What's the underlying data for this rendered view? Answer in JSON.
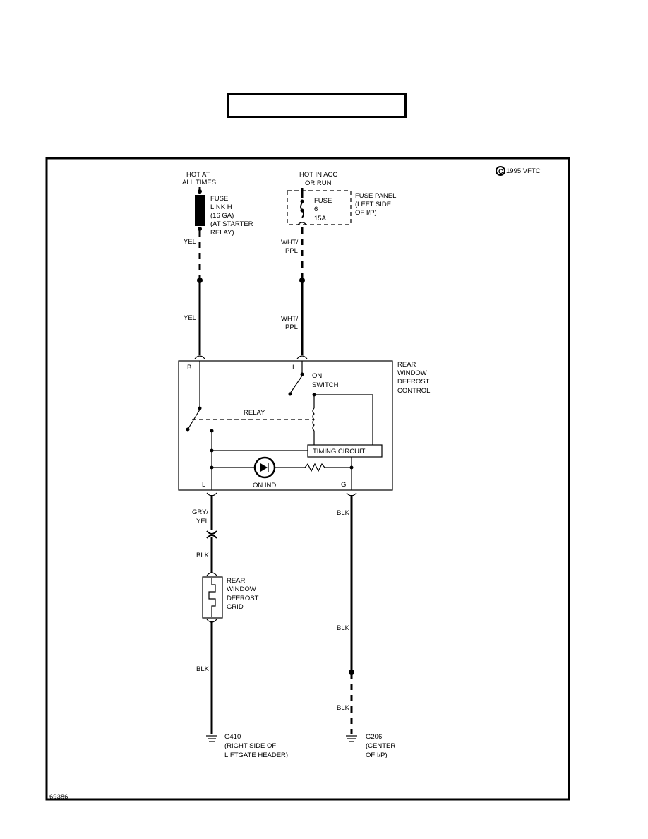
{
  "title_box": "",
  "copyright": "1995 VFTC",
  "figure_id": "69386",
  "power_sources": {
    "hot_at_all_times": [
      "HOT AT",
      "ALL TIMES"
    ],
    "hot_in_acc": [
      "HOT IN ACC",
      "OR RUN"
    ]
  },
  "fuse_link": [
    "FUSE",
    "LINK H",
    "(16 GA)",
    "(AT STARTER",
    "RELAY)"
  ],
  "fuse": [
    "FUSE",
    "6",
    "15A"
  ],
  "fuse_panel": [
    "FUSE PANEL",
    "(LEFT SIDE",
    "OF I/P)"
  ],
  "wires": {
    "yel_upper": "YEL",
    "yel_lower": "YEL",
    "wht_ppl_upper": [
      "WHT/",
      "PPL"
    ],
    "wht_ppl_lower": [
      "WHT/",
      "PPL"
    ],
    "gry_yel": [
      "GRY/",
      "YEL"
    ],
    "blk_left_upper": "BLK",
    "blk_left_lower": "BLK",
    "blk_right_1": "BLK",
    "blk_right_2": "BLK",
    "blk_right_3": "BLK"
  },
  "control_module": {
    "name": [
      "REAR",
      "WINDOW",
      "DEFROST",
      "CONTROL"
    ],
    "pin_b": "B",
    "pin_i": "I",
    "pin_l": "L",
    "pin_g": "G",
    "on_switch": [
      "ON",
      "SWITCH"
    ],
    "relay": "RELAY",
    "timing_circuit": "TIMING CIRCUIT",
    "on_ind": "ON IND"
  },
  "grid": [
    "REAR",
    "WINDOW",
    "DEFROST",
    "GRID"
  ],
  "grounds": {
    "g410": [
      "G410",
      "(RIGHT SIDE OF",
      "LIFTGATE HEADER)"
    ],
    "g206": [
      "G206",
      "(CENTER",
      "OF I/P)"
    ]
  }
}
